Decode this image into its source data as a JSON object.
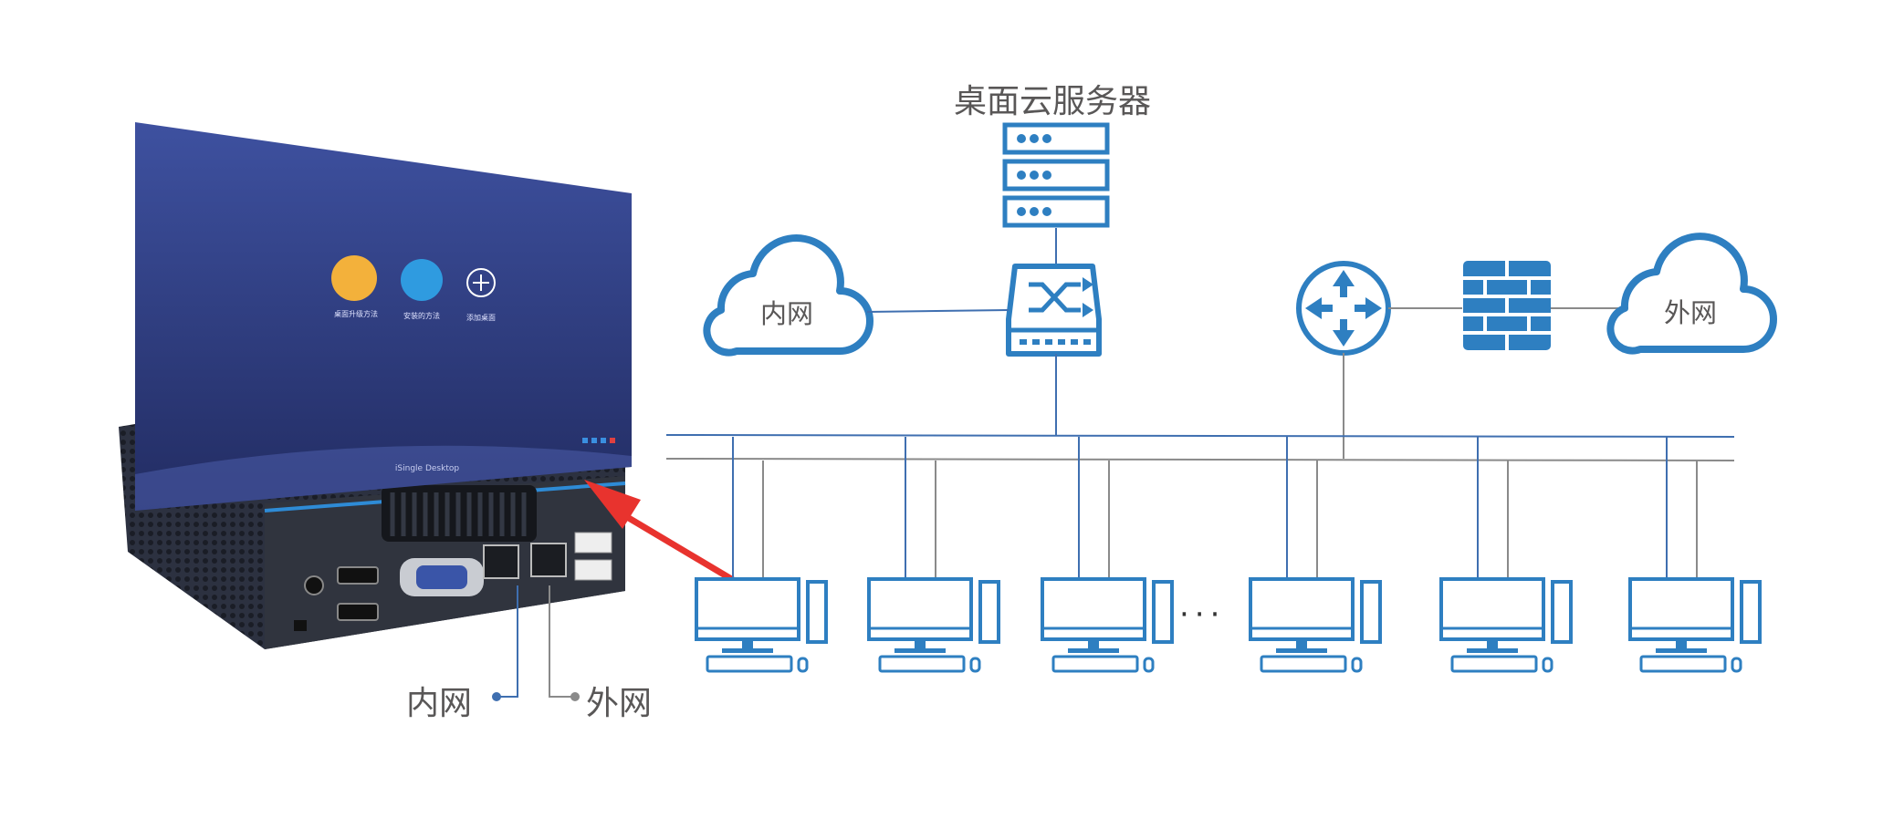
{
  "colors": {
    "blue": "#2E7FC1",
    "line_blue": "#3F6FB0",
    "line_gray": "#8A8A8A",
    "label_gray": "#595757",
    "arrow_red": "#E8332E",
    "screen_top": "#3A4C93",
    "screen_bottom": "#232F66",
    "box_dark": "#2B2F3A"
  },
  "labels": {
    "server": "桌面云服务器",
    "cloud_internal": "内网",
    "cloud_external": "外网",
    "port_internal": "内网",
    "port_external": "外网",
    "ellipsis": "···"
  },
  "device": {
    "brand": "iSingle Desktop",
    "app_labels": [
      "桌面升级方法",
      "安装的方法",
      "添加桌面"
    ]
  },
  "icons": [
    "server-rack-icon",
    "switch-icon",
    "router-icon",
    "firewall-icon",
    "cloud-icon",
    "computer-terminal-icon",
    "mini-pc-device",
    "red-arrow"
  ],
  "terminals_count_shown": 6
}
